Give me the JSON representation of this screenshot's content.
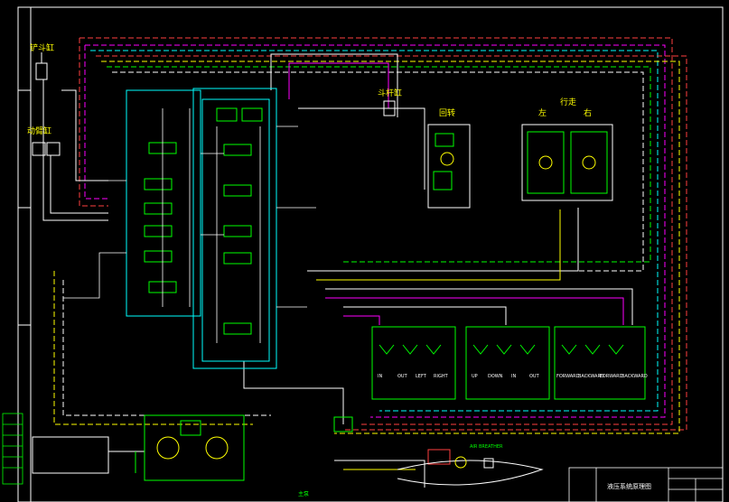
{
  "components": {
    "bucket_cyl_label": "铲斗缸",
    "boom_cyl_label": "动臂缸",
    "arm_cyl_label": "斗杆缸",
    "swing_label": "回转",
    "travel_label": "行走",
    "travel_left_label": "左",
    "travel_right_label": "右"
  },
  "pilot_groups": [
    {
      "ports": [
        "IN",
        "OUT",
        "LEFT",
        "RIGHT"
      ]
    },
    {
      "ports": [
        "UP",
        "DOWN",
        "IN",
        "OUT"
      ]
    },
    {
      "ports": [
        "FORWARD",
        "BACKWARD",
        "FORWARD",
        "BACKWARD"
      ]
    }
  ],
  "notes": {
    "air_breather": "AIR BREATHER",
    "pump_unit": "主泵"
  },
  "title_block": {
    "title": "液压系统原理图"
  },
  "colors": {
    "background": "#000000",
    "frame": "#ffffff",
    "green": "#00ff00",
    "cyan": "#00ffff",
    "magenta": "#ff00ff",
    "red": "#ff4040",
    "yellow": "#ffff00"
  }
}
